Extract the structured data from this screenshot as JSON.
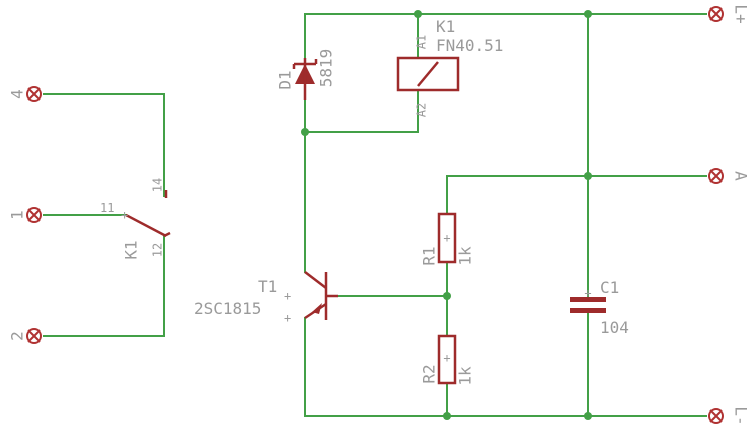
{
  "terminals": {
    "left": [
      "4",
      "1",
      "2"
    ],
    "right": [
      "L+",
      "A",
      "L-"
    ]
  },
  "relay": {
    "name": "K1",
    "model": "FN40.51",
    "pin_a1": "A1",
    "pin_a2": "A2",
    "contact_name": "K1",
    "contact_com": "11",
    "contact_no": "14",
    "contact_nc": "12"
  },
  "diode": {
    "name": "D1",
    "value": "5819"
  },
  "transistor": {
    "name": "T1",
    "value": "2SC1815"
  },
  "resistors": [
    {
      "name": "R1",
      "value": "1k"
    },
    {
      "name": "R2",
      "value": "1k"
    }
  ],
  "capacitor": {
    "name": "C1",
    "value": "104"
  },
  "colors": {
    "wire": "#43a047",
    "part": "#9e2b2b",
    "label": "#9a9a9a"
  }
}
